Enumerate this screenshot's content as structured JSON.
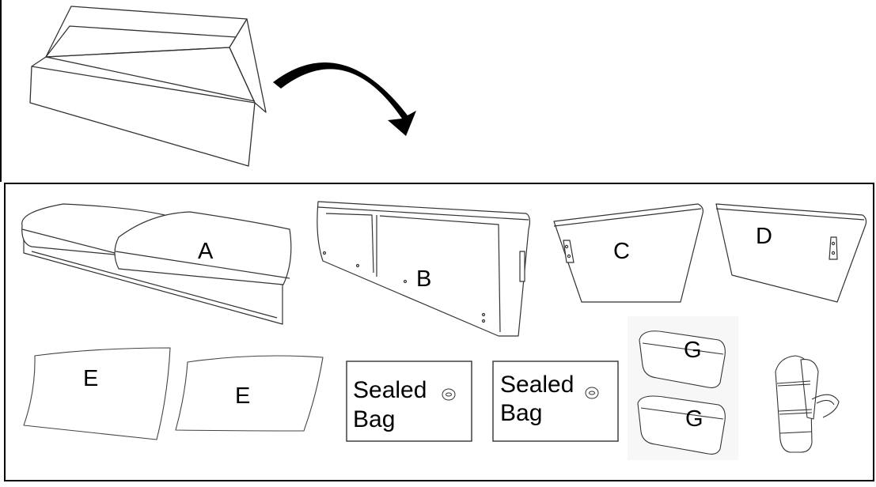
{
  "parts": {
    "A": "A",
    "B": "B",
    "C": "C",
    "D": "D",
    "E1": "E",
    "E2": "E",
    "G1": "G",
    "G2": "G"
  },
  "sealed_bags": [
    {
      "line1": "Sealed",
      "line2": "Bag"
    },
    {
      "line1": "Sealed",
      "line2": "Bag"
    }
  ],
  "icons": {
    "box": "open-box-icon",
    "arrow": "curved-arrow-icon",
    "strap": "strap-bundle-icon"
  },
  "colors": {
    "line": "#000000",
    "light_line": "#444444",
    "background": "#ffffff"
  }
}
